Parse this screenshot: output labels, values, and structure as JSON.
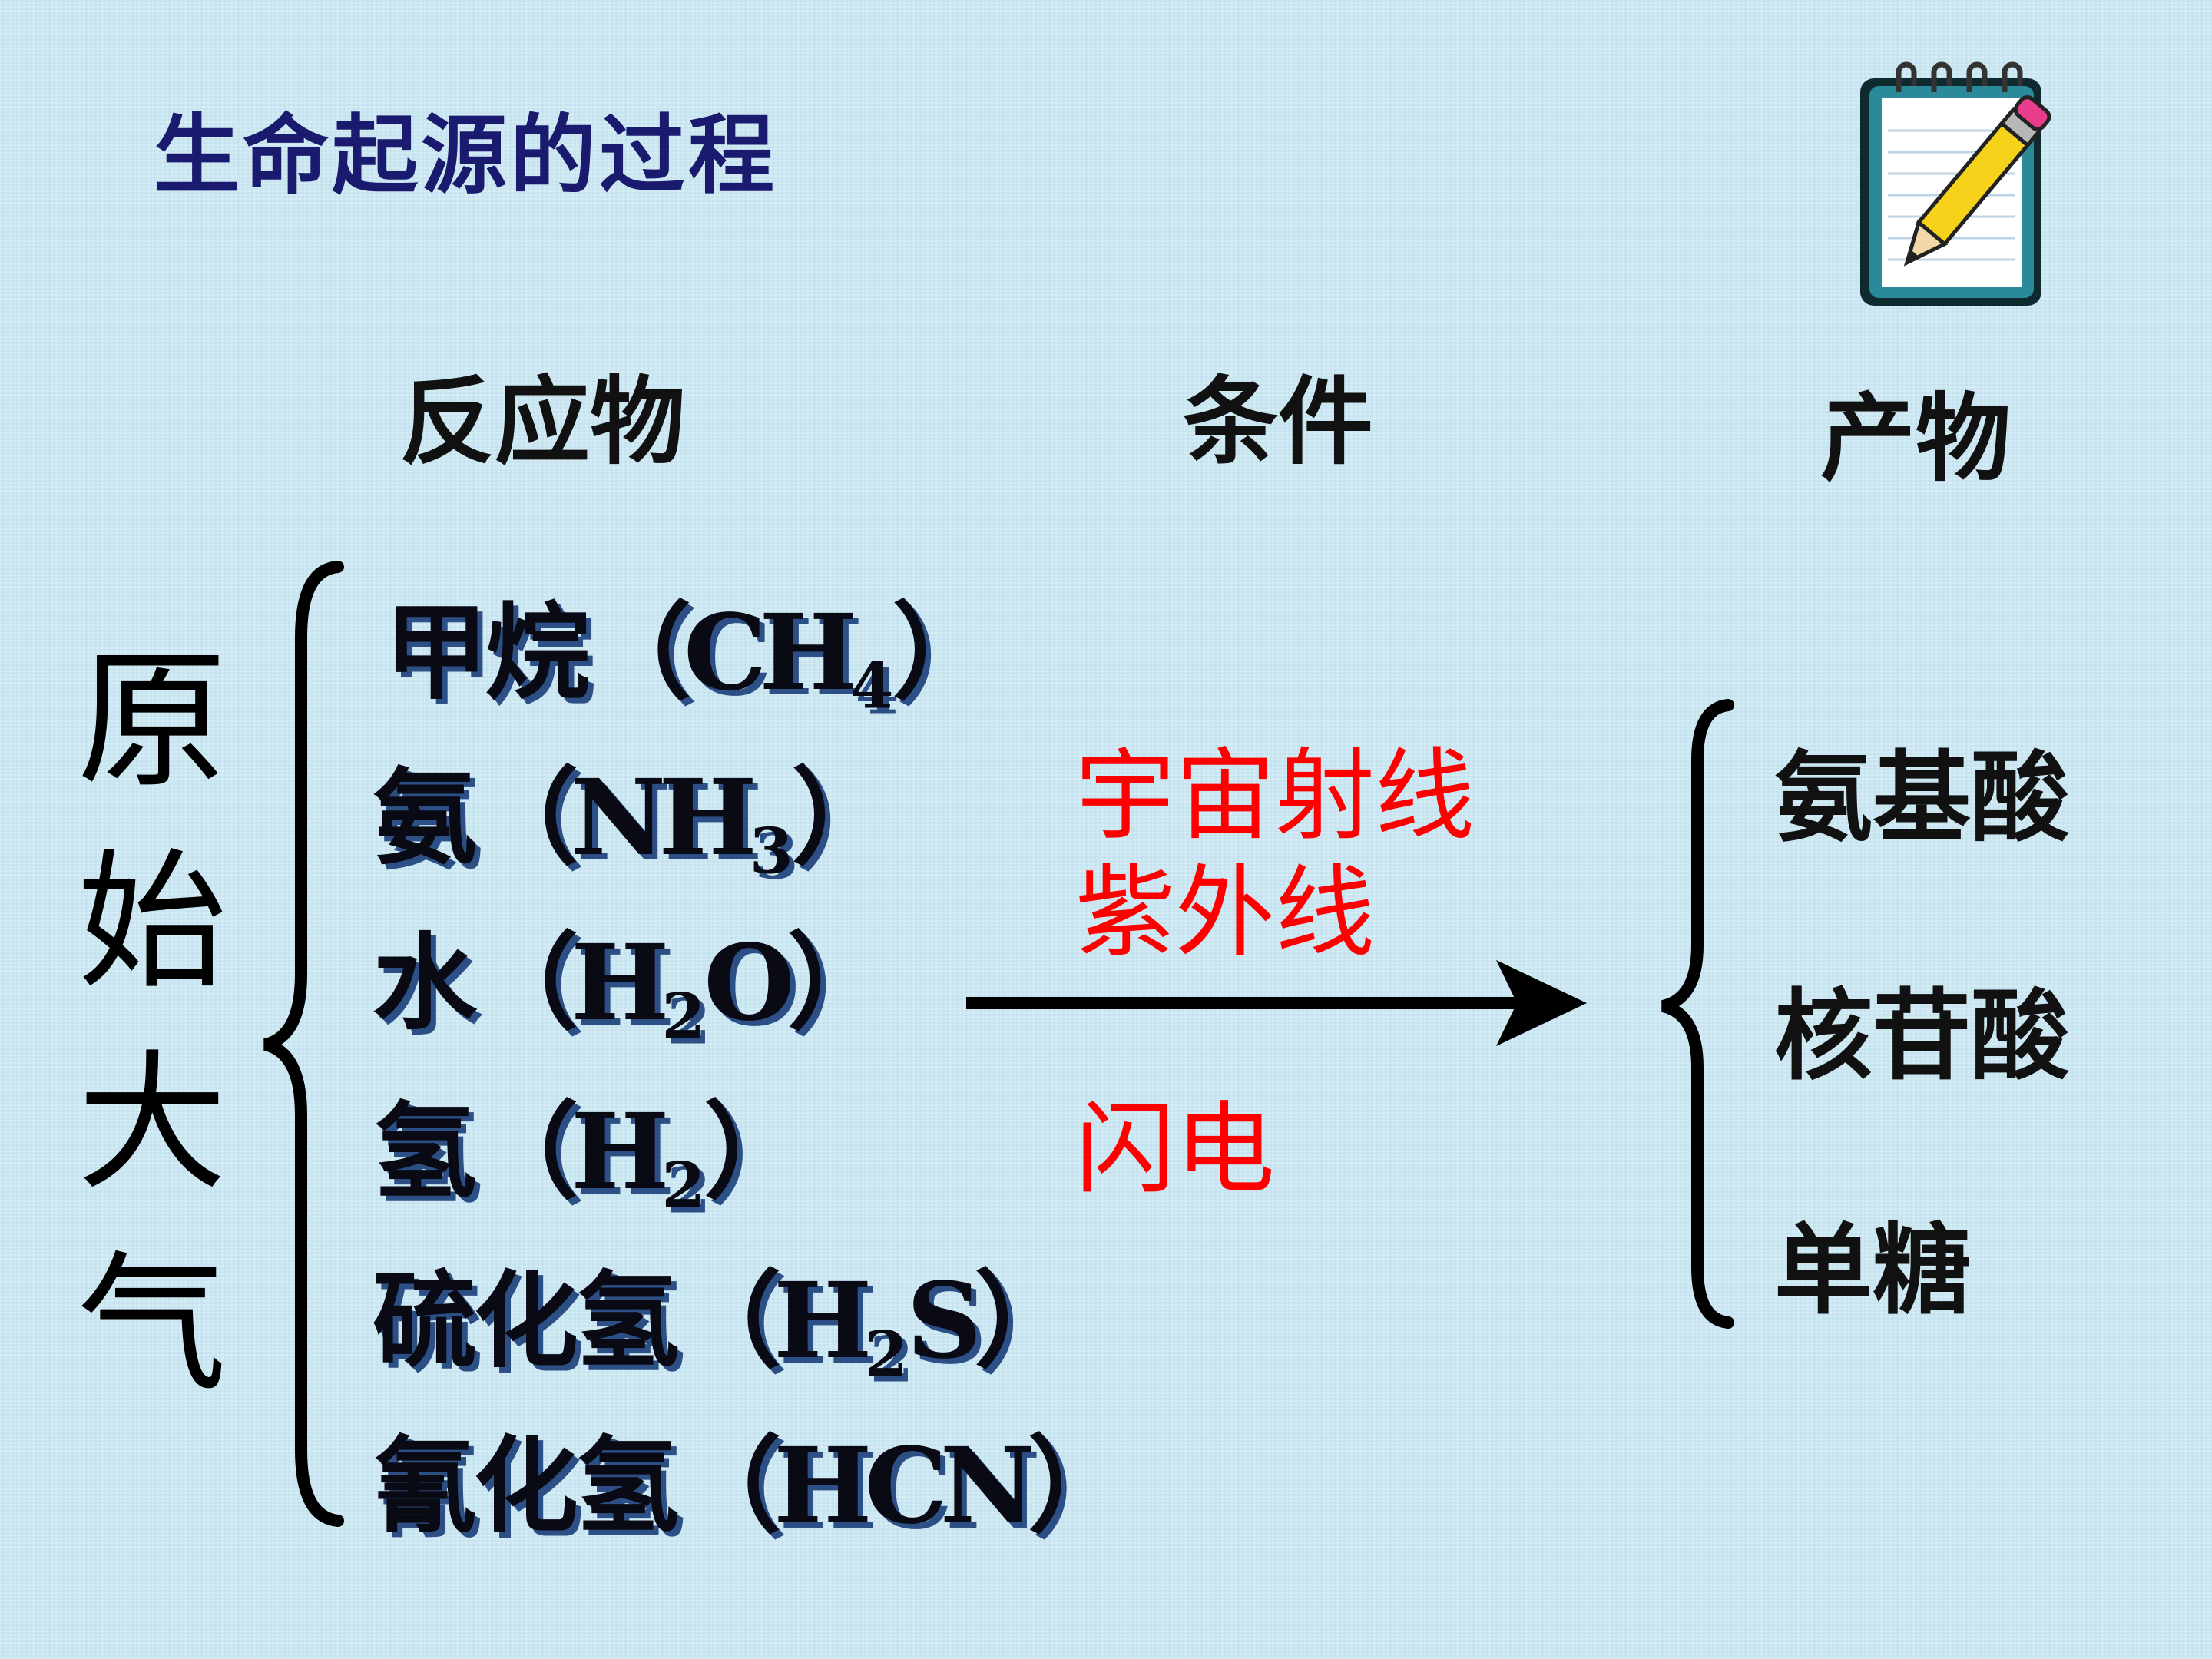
{
  "title": "生命起源的过程",
  "columns": {
    "reactants": "反应物",
    "conditions": "条件",
    "products": "产物"
  },
  "atmosphere": [
    "原",
    "始",
    "大",
    "气"
  ],
  "reactants": [
    {
      "name": "甲烷",
      "formula": "（CH",
      "sub": "4",
      "tail": "）"
    },
    {
      "name": "氨",
      "formula": "（NH",
      "sub": "3",
      "tail": "）"
    },
    {
      "name": "水",
      "formula": "（H",
      "sub": "2",
      "tail": "O）"
    },
    {
      "name": "氢",
      "formula": "（H",
      "sub": "2",
      "tail": "）"
    },
    {
      "name": "硫化氢",
      "formula": "（H",
      "sub": "2",
      "tail": "S）"
    },
    {
      "name": "氰化氢",
      "formula": "（HCN）",
      "sub": "",
      "tail": ""
    }
  ],
  "conditions": [
    "宇宙射线",
    "紫外线",
    "闪电"
  ],
  "products": [
    "氨基酸",
    "核苷酸",
    "单糖"
  ],
  "colors": {
    "title": "#1a1a6e",
    "condition": "#ff0000",
    "text": "#111111",
    "shadow": "#2c4f86"
  },
  "icons": [
    "notepad-pencil-icon",
    "arrow-right-icon"
  ]
}
